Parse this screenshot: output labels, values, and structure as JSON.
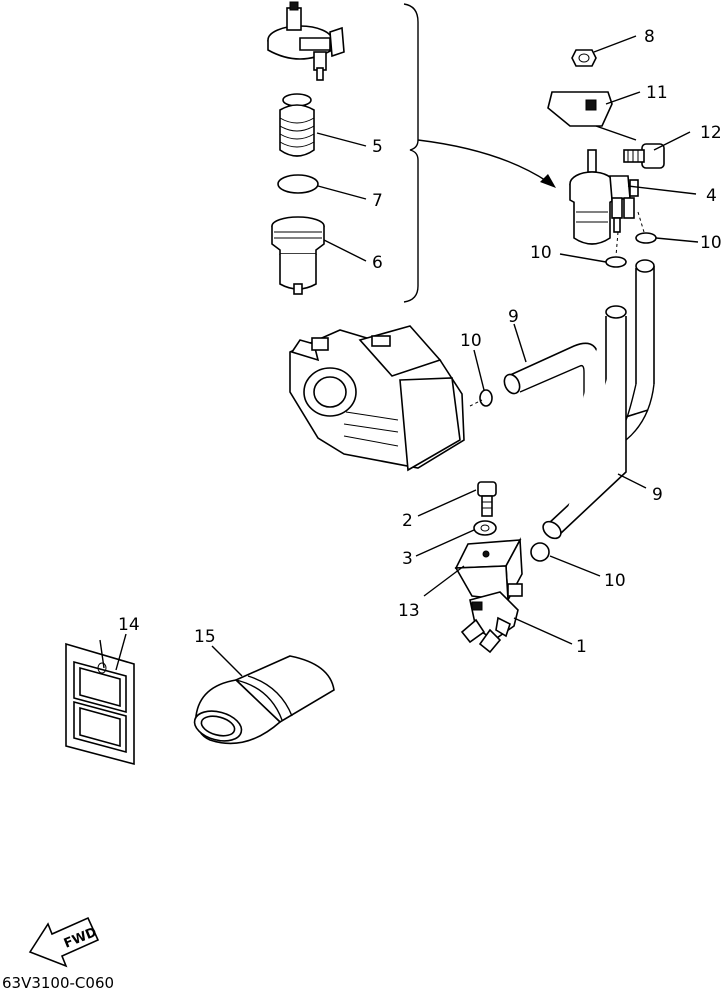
{
  "diagram": {
    "code": "63V3100-C060",
    "fwd_label": "FWD",
    "callouts": [
      {
        "key": "c8",
        "text": "8"
      },
      {
        "key": "c11",
        "text": "11"
      },
      {
        "key": "c12",
        "text": "12"
      },
      {
        "key": "c4",
        "text": "4"
      },
      {
        "key": "c5",
        "text": "5"
      },
      {
        "key": "c7",
        "text": "7"
      },
      {
        "key": "c6",
        "text": "6"
      },
      {
        "key": "c10a",
        "text": "10"
      },
      {
        "key": "c10b",
        "text": "10"
      },
      {
        "key": "c10c",
        "text": "10"
      },
      {
        "key": "c9a",
        "text": "9"
      },
      {
        "key": "c9b",
        "text": "9"
      },
      {
        "key": "c2",
        "text": "2"
      },
      {
        "key": "c3",
        "text": "3"
      },
      {
        "key": "c10d",
        "text": "10"
      },
      {
        "key": "c13",
        "text": "13"
      },
      {
        "key": "c1",
        "text": "1"
      },
      {
        "key": "c14",
        "text": "14"
      },
      {
        "key": "c15",
        "text": "15"
      }
    ]
  }
}
